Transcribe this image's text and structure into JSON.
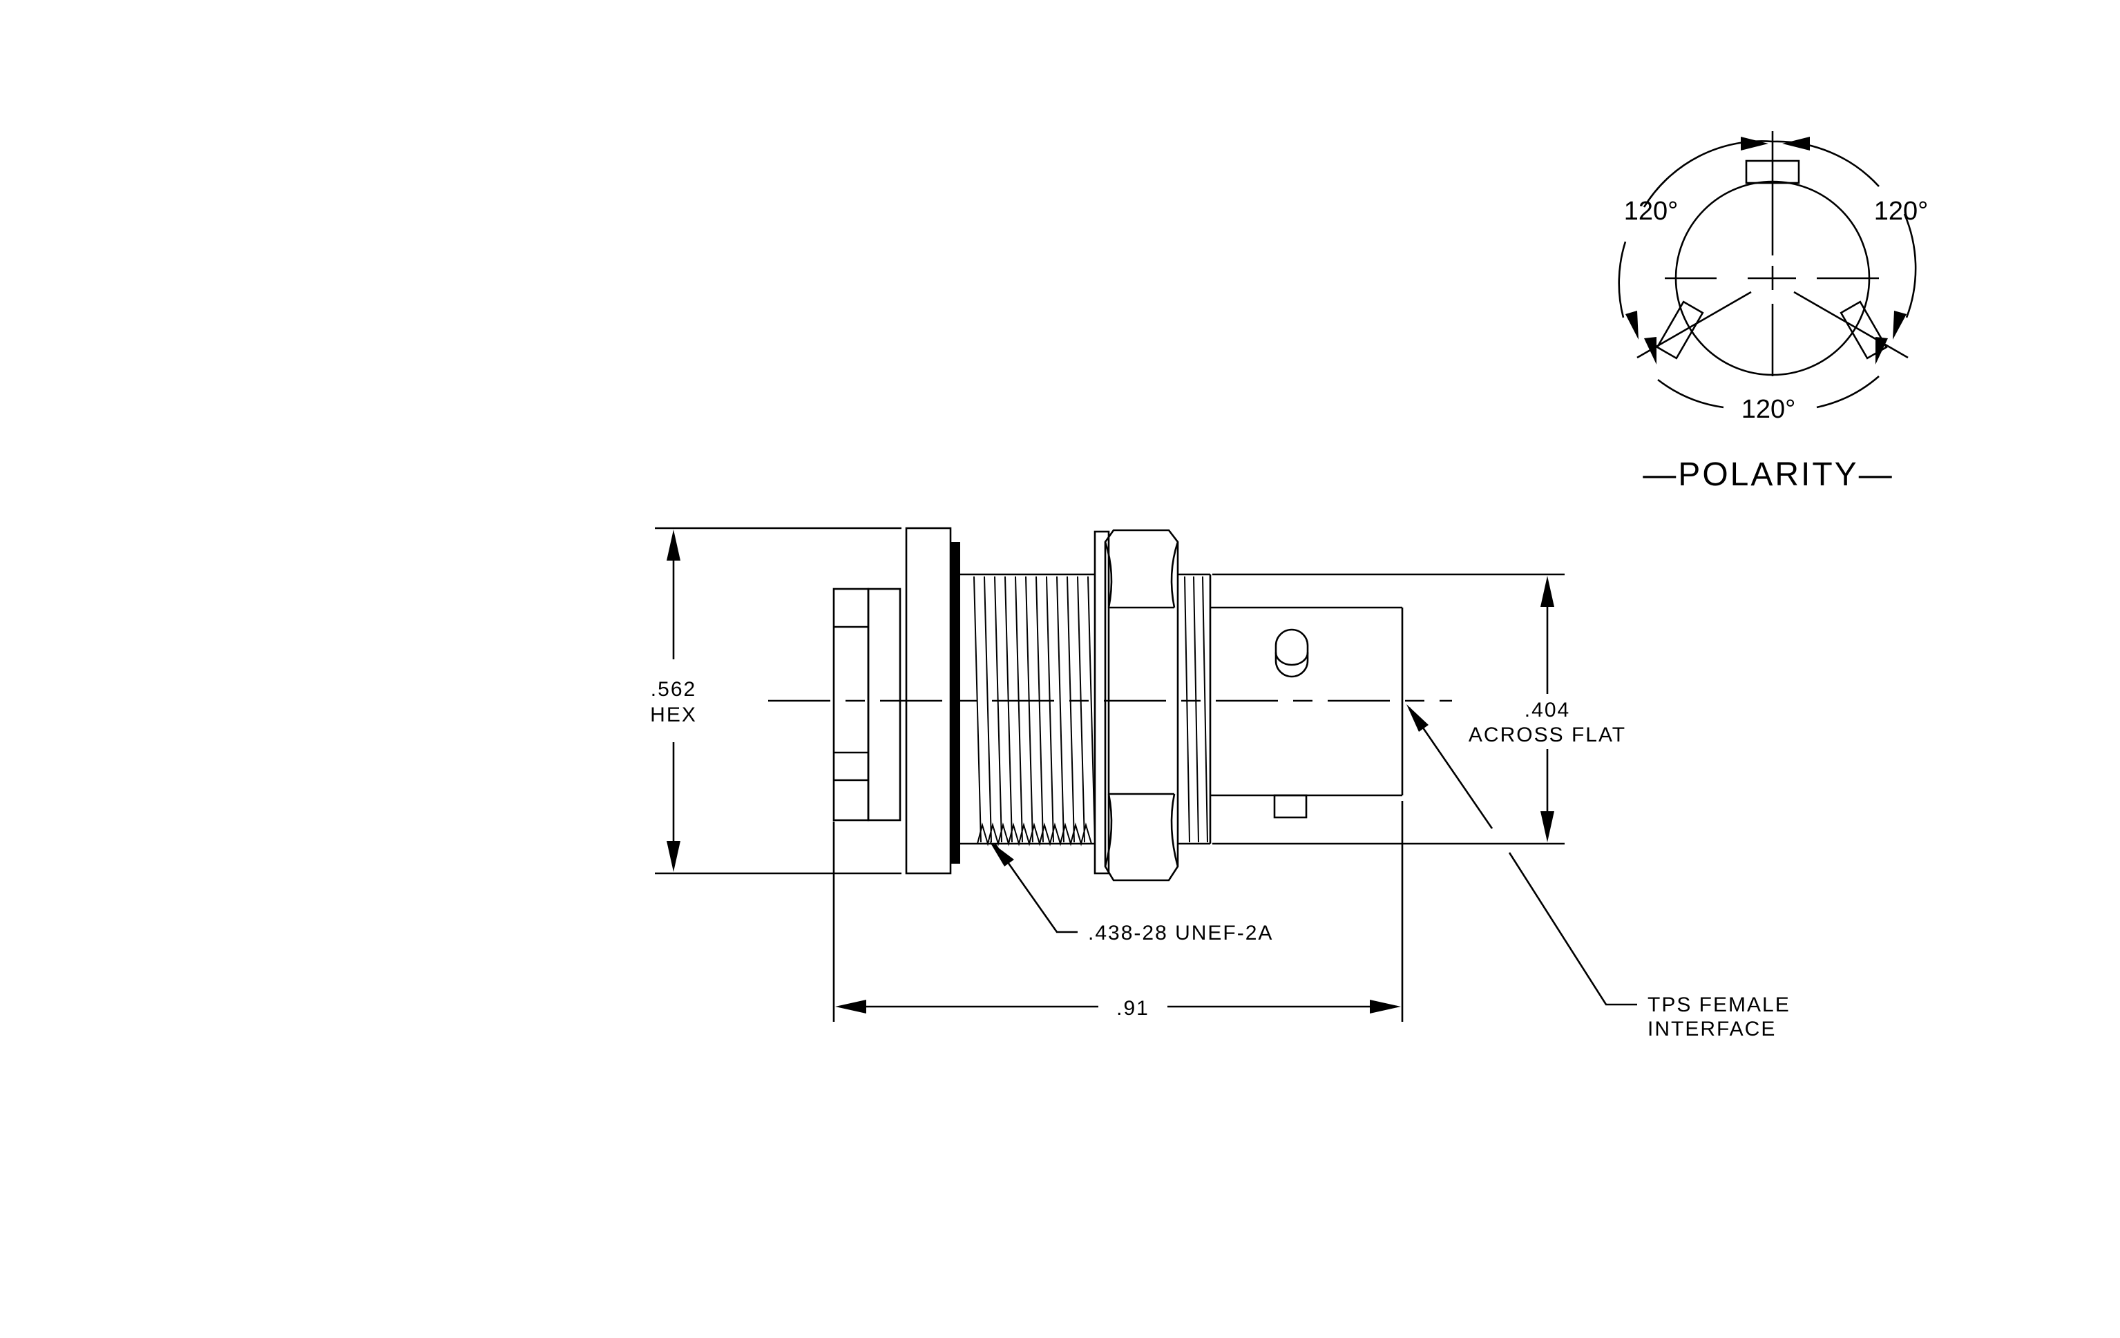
{
  "dimensions": {
    "hex_value": ".562",
    "hex_label": "HEX",
    "flat_value": ".404",
    "flat_label": "ACROSS FLAT",
    "thread_label": ".438-28 UNEF-2A",
    "length_value": ".91",
    "interface_line1": "TPS FEMALE",
    "interface_line2": "INTERFACE"
  },
  "polarity": {
    "title": "—POLARITY—",
    "angle_left": "120°",
    "angle_right": "120°",
    "angle_bottom": "120°"
  }
}
